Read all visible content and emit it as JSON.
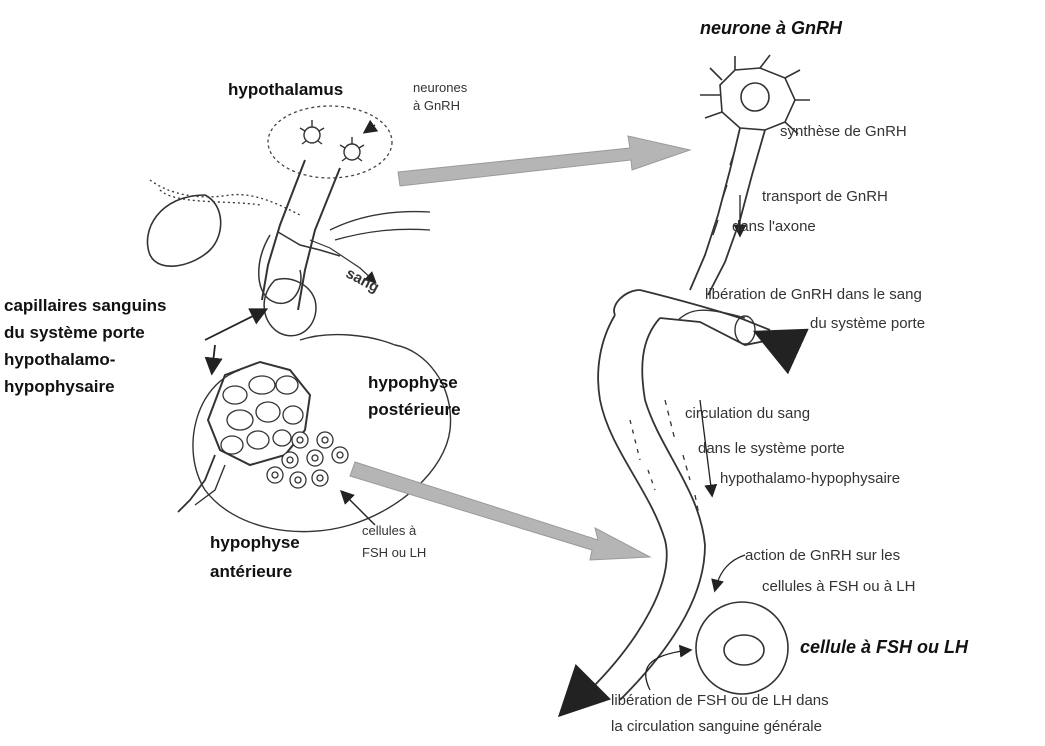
{
  "labels": {
    "neurone_title": "neurone à GnRH",
    "hypothalamus": "hypothalamus",
    "neurones_gnrh_l1": "neurones",
    "neurones_gnrh_l2": "à GnRH",
    "synthese": "synthèse de GnRH",
    "transport_l1": "transport de GnRH",
    "transport_l2": "dans l'axone",
    "sang": "sang",
    "liberation_gnrh_l1": "libération de GnRH dans le sang",
    "liberation_gnrh_l2": "du système porte",
    "capillaires_l1": "capillaires sanguins",
    "capillaires_l2": "du système porte",
    "capillaires_l3": "hypothalamo-",
    "capillaires_l4": "hypophysaire",
    "hypophyse_post_l1": "hypophyse",
    "hypophyse_post_l2": "postérieure",
    "circulation_l1": "circulation du sang",
    "circulation_l2": "dans le système porte",
    "circulation_l3": "hypothalamo-hypophysaire",
    "cellules_l1": "cellules à",
    "cellules_l2": "FSH ou LH",
    "hypophyse_ant_l1": "hypophyse",
    "hypophyse_ant_l2": "antérieure",
    "action_l1": "action de GnRH sur les",
    "action_l2": "cellules à FSH ou à LH",
    "cellule_title": "cellule à FSH ou LH",
    "liberation_fsh_l1": "libération de FSH ou de LH dans",
    "liberation_fsh_l2": "la circulation sanguine générale"
  }
}
